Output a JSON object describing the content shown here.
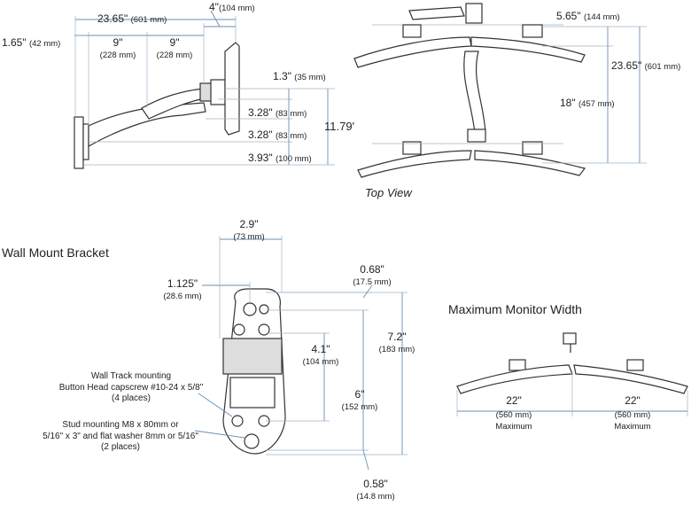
{
  "side_view": {
    "overall_width": {
      "in": "23.65\"",
      "mm": "(601 mm)"
    },
    "top_offset": {
      "in": "4\"",
      "mm": "(104 mm)"
    },
    "left_offset": {
      "in": "1.65\"",
      "mm": "(42 mm)"
    },
    "arm1": {
      "in": "9\"",
      "mm": "(228 mm)"
    },
    "arm2": {
      "in": "9\"",
      "mm": "(228 mm)"
    },
    "tilt": {
      "in": "1.3\"",
      "mm": "(35 mm)"
    },
    "h1": {
      "in": "3.28\"",
      "mm": "(83 mm)"
    },
    "h2": {
      "in": "3.28\"",
      "mm": "(83 mm)"
    },
    "h3": {
      "in": "3.93\"",
      "mm": "(100 mm)"
    },
    "total_height": {
      "in": "11.79'"
    }
  },
  "top_view": {
    "label": "Top View",
    "offset": {
      "in": "5.65\"",
      "mm": "(144 mm)"
    },
    "total": {
      "in": "23.65\"",
      "mm": "(601 mm)"
    },
    "span": {
      "in": "18\"",
      "mm": "(457 mm)"
    }
  },
  "bracket": {
    "title": "Wall Mount Bracket",
    "width": {
      "in": "2.9\"",
      "mm": "(73 mm)"
    },
    "hole_offset": {
      "in": "1.125\"",
      "mm": "(28.6 mm)"
    },
    "side_offset": {
      "in": "0.68\"",
      "mm": "(17.5 mm)"
    },
    "hole_spacing": {
      "in": "4.1\"",
      "mm": "(104 mm)"
    },
    "total_height": {
      "in": "7.2\"",
      "mm": "(183 mm)"
    },
    "mid_height": {
      "in": "6\"",
      "mm": "(152 mm)"
    },
    "bottom_offset": {
      "in": "0.58\"",
      "mm": "(14.8 mm)"
    },
    "note_wall_track": [
      "Wall Track mounting",
      "Button Head capscrew #10-24 x 5/8\"",
      "(4 places)"
    ],
    "note_stud": [
      "Stud mounting M8 x 80mm or",
      "5/16\" x 3\" and flat washer 8mm or 5/16\"",
      "(2 places)"
    ]
  },
  "monitor_width": {
    "title": "Maximum Monitor Width",
    "left": {
      "in": "22\"",
      "mm": "(560 mm)",
      "word": "Maximum"
    },
    "right": {
      "in": "22\"",
      "mm": "(560 mm)",
      "word": "Maximum"
    }
  }
}
